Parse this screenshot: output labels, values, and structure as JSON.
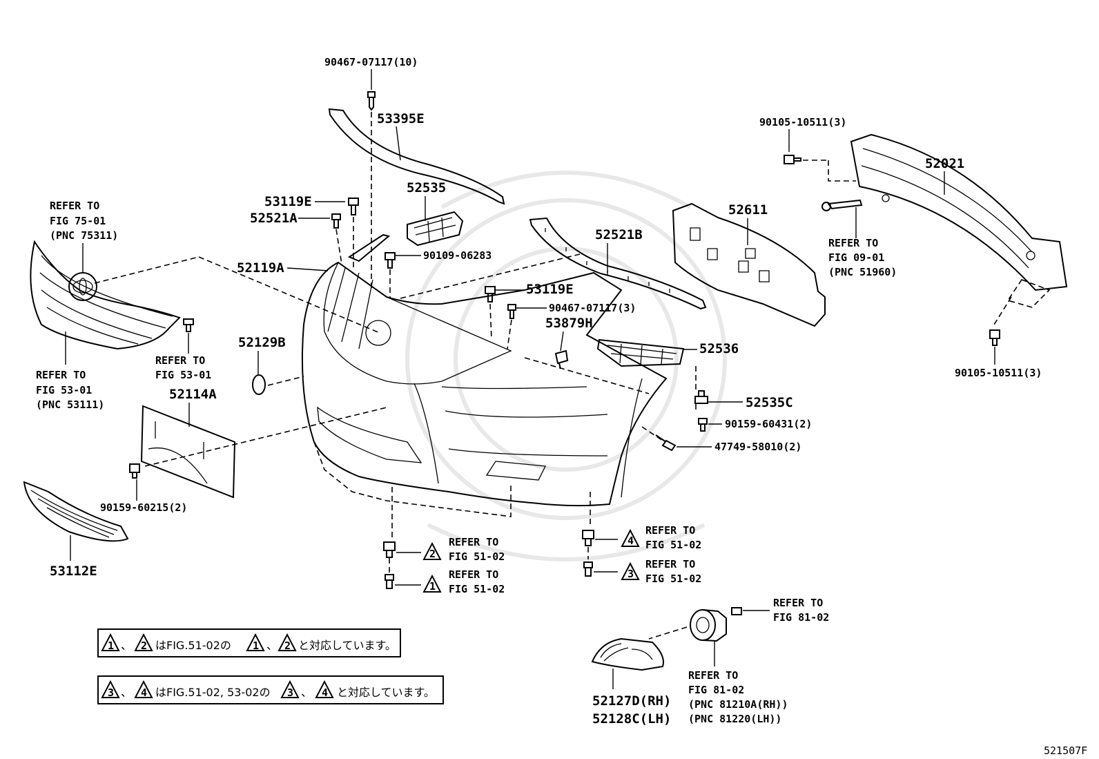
{
  "diagram_id": "521507F",
  "parts": {
    "bolt_53395e": "90467-07117(10)",
    "moulding": "53395E",
    "bolt_top_right": "90105-10511(3)",
    "bolt_bottom_right": "90105-10511(3)",
    "reinforcement": "52021",
    "retainer_53119e_top": "53119E",
    "retainer_52521a": "52521A",
    "bracket_52535": "52535",
    "absorber": "52611",
    "bumper_cover": "52119A",
    "screw_90109": "90109-06283",
    "retainer_52521b": "52521B",
    "retainer_53119e_mid": "53119E",
    "clip_90467_3": "90467-07117(3)",
    "clip_53879h": "53879H",
    "bracket_52536": "52536",
    "cap_52129b": "52129B",
    "plate_52114a": "52114A",
    "retainer_52535c": "52535C",
    "screw_90159_60431": "90159-60431(2)",
    "screw_47749": "47749-58010(2)",
    "screw_90159_60215": "90159-60215(2)",
    "lower_grille": "53112E",
    "fog_cover_rh": "52127D(RH)",
    "fog_cover_lh": "52128C(LH)"
  },
  "references": {
    "emblem": [
      "REFER TO",
      "FIG 75-01",
      "(PNC 75311)"
    ],
    "grille": [
      "REFER TO",
      "FIG 53-01",
      "(PNC 53111)"
    ],
    "grille_clip": [
      "REFER TO",
      "FIG 53-01"
    ],
    "tow_hook": [
      "REFER TO",
      "FIG 09-01",
      "(PNC 51960)"
    ],
    "ref_2": [
      "REFER TO",
      "FIG 51-02"
    ],
    "ref_1": [
      "REFER TO",
      "FIG 51-02"
    ],
    "ref_4": [
      "REFER TO",
      "FIG 51-02"
    ],
    "ref_3": [
      "REFER TO",
      "FIG 51-02"
    ],
    "fog_bulb": [
      "REFER TO",
      "FIG 81-02"
    ],
    "fog_lamp": [
      "REFER TO",
      "FIG 81-02",
      "(PNC 81210A(RH))",
      "(PNC 81220(LH))"
    ]
  },
  "markers": {
    "m1": "1",
    "m2": "2",
    "m3": "3",
    "m4": "4"
  },
  "notes": {
    "note1": {
      "sep": "、",
      "text_a": "はFIG.51-02の",
      "text_b": "と対応しています。"
    },
    "note2": {
      "sep": "、",
      "text_a": "はFIG.51-02, 53-02の",
      "text_b": "と対応しています。"
    }
  }
}
